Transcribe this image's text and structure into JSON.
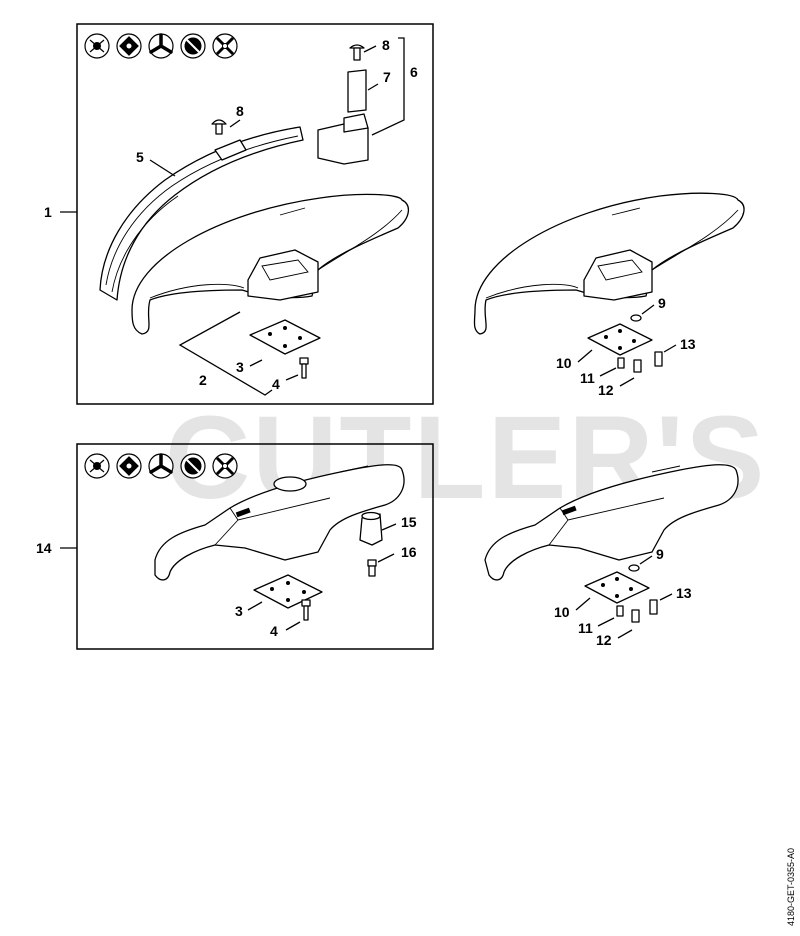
{
  "watermark": "CUTLER'S",
  "drawing_code": "4180-GET-0355-A0",
  "assemblies": [
    {
      "id": "top",
      "main_label": "1",
      "callouts": [
        "2",
        "3",
        "4",
        "5",
        "6",
        "7",
        "8",
        "8"
      ]
    },
    {
      "id": "top-right",
      "callouts": [
        "9",
        "10",
        "11",
        "12",
        "13"
      ]
    },
    {
      "id": "bottom",
      "main_label": "14",
      "callouts": [
        "3",
        "4",
        "15",
        "16"
      ]
    },
    {
      "id": "bottom-right",
      "callouts": [
        "9",
        "10",
        "11",
        "12",
        "13"
      ]
    }
  ],
  "icons": [
    "mowing-line-head-icon",
    "four-tooth-blade-icon",
    "three-tooth-blade-icon",
    "circular-saw-blade-icon",
    "brush-knife-icon"
  ],
  "labels": {
    "l1": "1",
    "l2": "2",
    "l3a": "3",
    "l4a": "4",
    "l5": "5",
    "l6": "6",
    "l7": "7",
    "l8a": "8",
    "l8b": "8",
    "l9a": "9",
    "l10a": "10",
    "l11a": "11",
    "l12a": "12",
    "l13a": "13",
    "l14": "14",
    "l3b": "3",
    "l4b": "4",
    "l15": "15",
    "l16": "16",
    "l9b": "9",
    "l10b": "10",
    "l11b": "11",
    "l12b": "12",
    "l13b": "13"
  }
}
